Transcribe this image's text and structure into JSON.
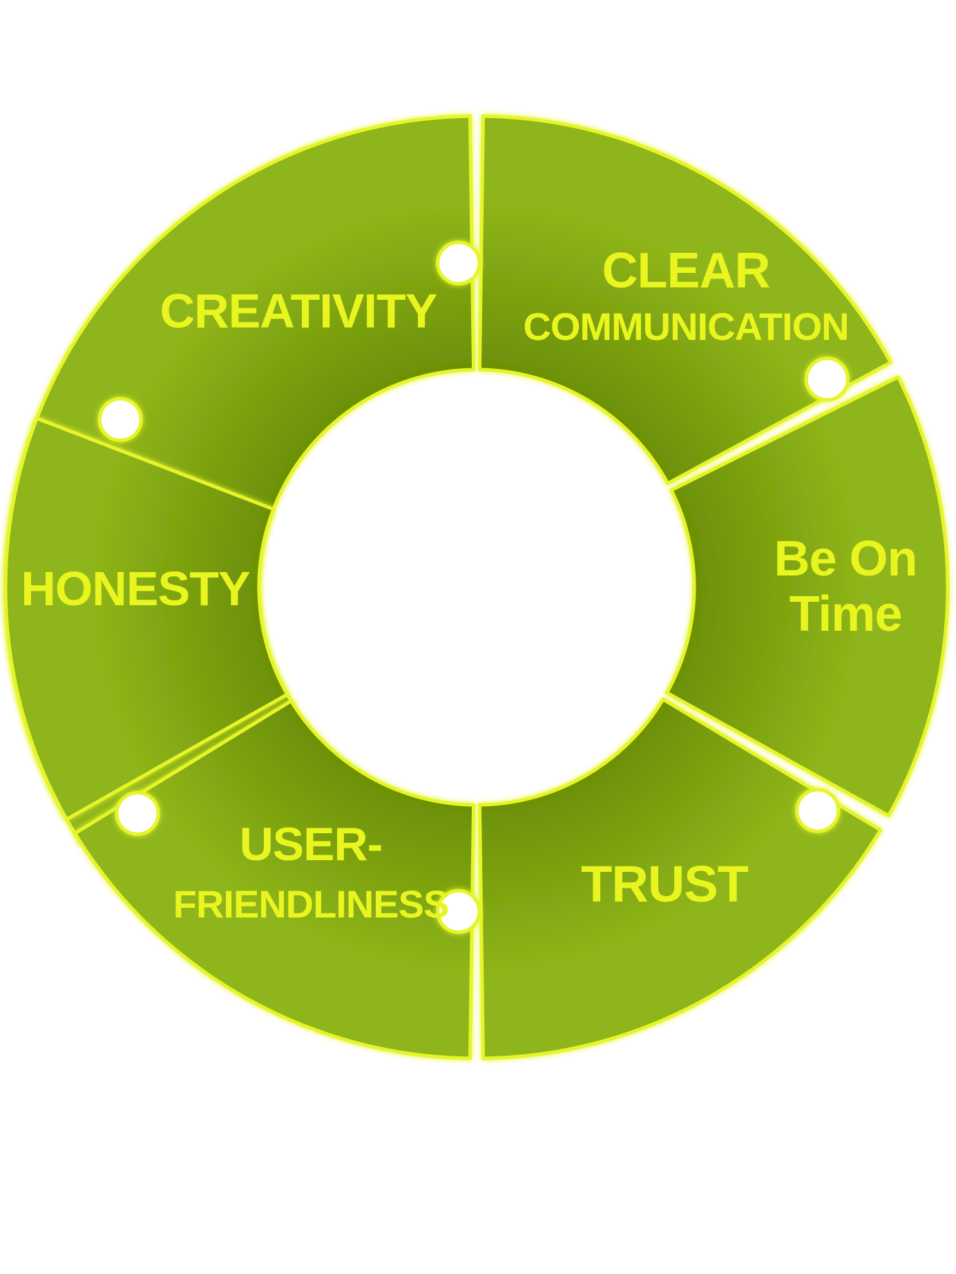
{
  "diagram": {
    "colors": {
      "piece_fill_light": "#8fb51a",
      "piece_fill_dark": "#6b8f05",
      "glow": "#e6f52a",
      "label_text": "#e8f51e",
      "background": "#ffffff"
    },
    "pieces": [
      {
        "id": "creativity",
        "lines": [
          "CREATIVITY"
        ]
      },
      {
        "id": "clear-communication",
        "lines": [
          "CLEAR",
          "COMMUNICATION"
        ]
      },
      {
        "id": "be-on-time",
        "lines": [
          "Be On",
          "Time"
        ]
      },
      {
        "id": "trust",
        "lines": [
          "TRUST"
        ]
      },
      {
        "id": "user-friendliness",
        "lines": [
          "USER-",
          "FRIENDLINESS"
        ]
      },
      {
        "id": "honesty",
        "lines": [
          "HONESTY"
        ]
      }
    ]
  }
}
